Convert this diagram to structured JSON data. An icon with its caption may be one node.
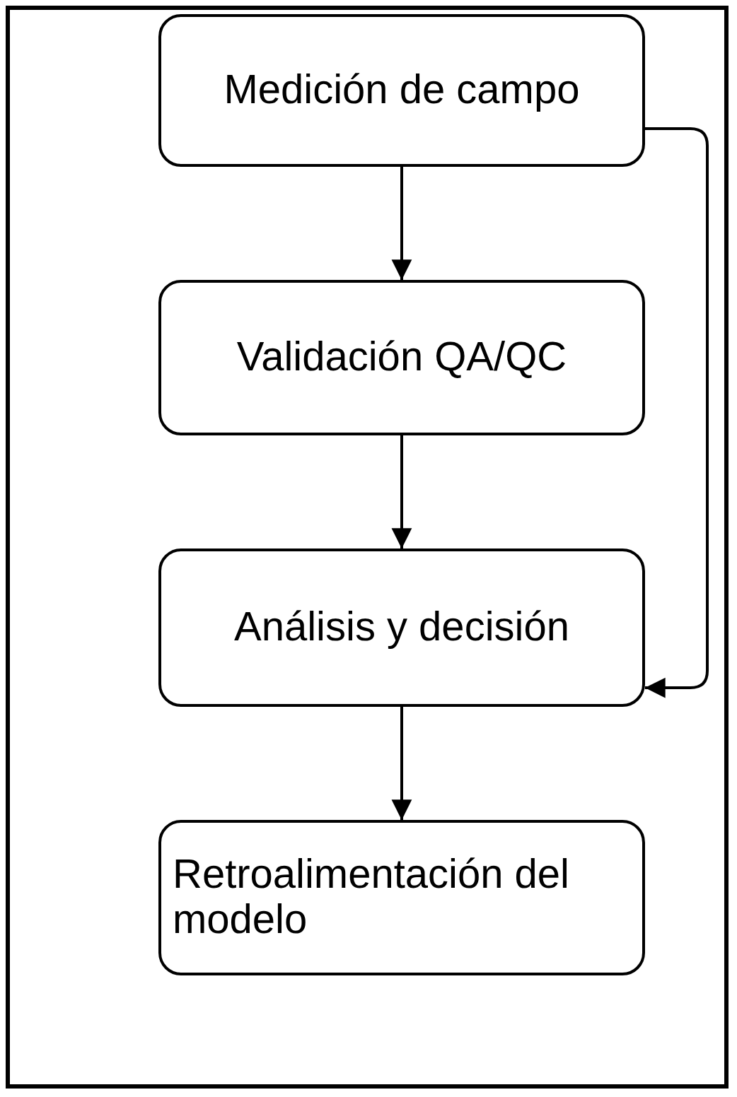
{
  "diagram": {
    "nodes": [
      {
        "text": [
          "Medición de campo"
        ]
      },
      {
        "text": [
          "Validación QA/QC"
        ]
      },
      {
        "text": [
          "Análisis y decisión"
        ]
      },
      {
        "text": [
          "Retroalimentación del modelo"
        ]
      }
    ],
    "edges": [
      {
        "from": 0,
        "to": 1,
        "arrow": "to"
      },
      {
        "from": 1,
        "to": 2,
        "arrow": "to"
      },
      {
        "from": 2,
        "to": 3,
        "arrow": "to"
      },
      {
        "from": 0,
        "to": 2,
        "arrow": "to"
      }
    ]
  }
}
